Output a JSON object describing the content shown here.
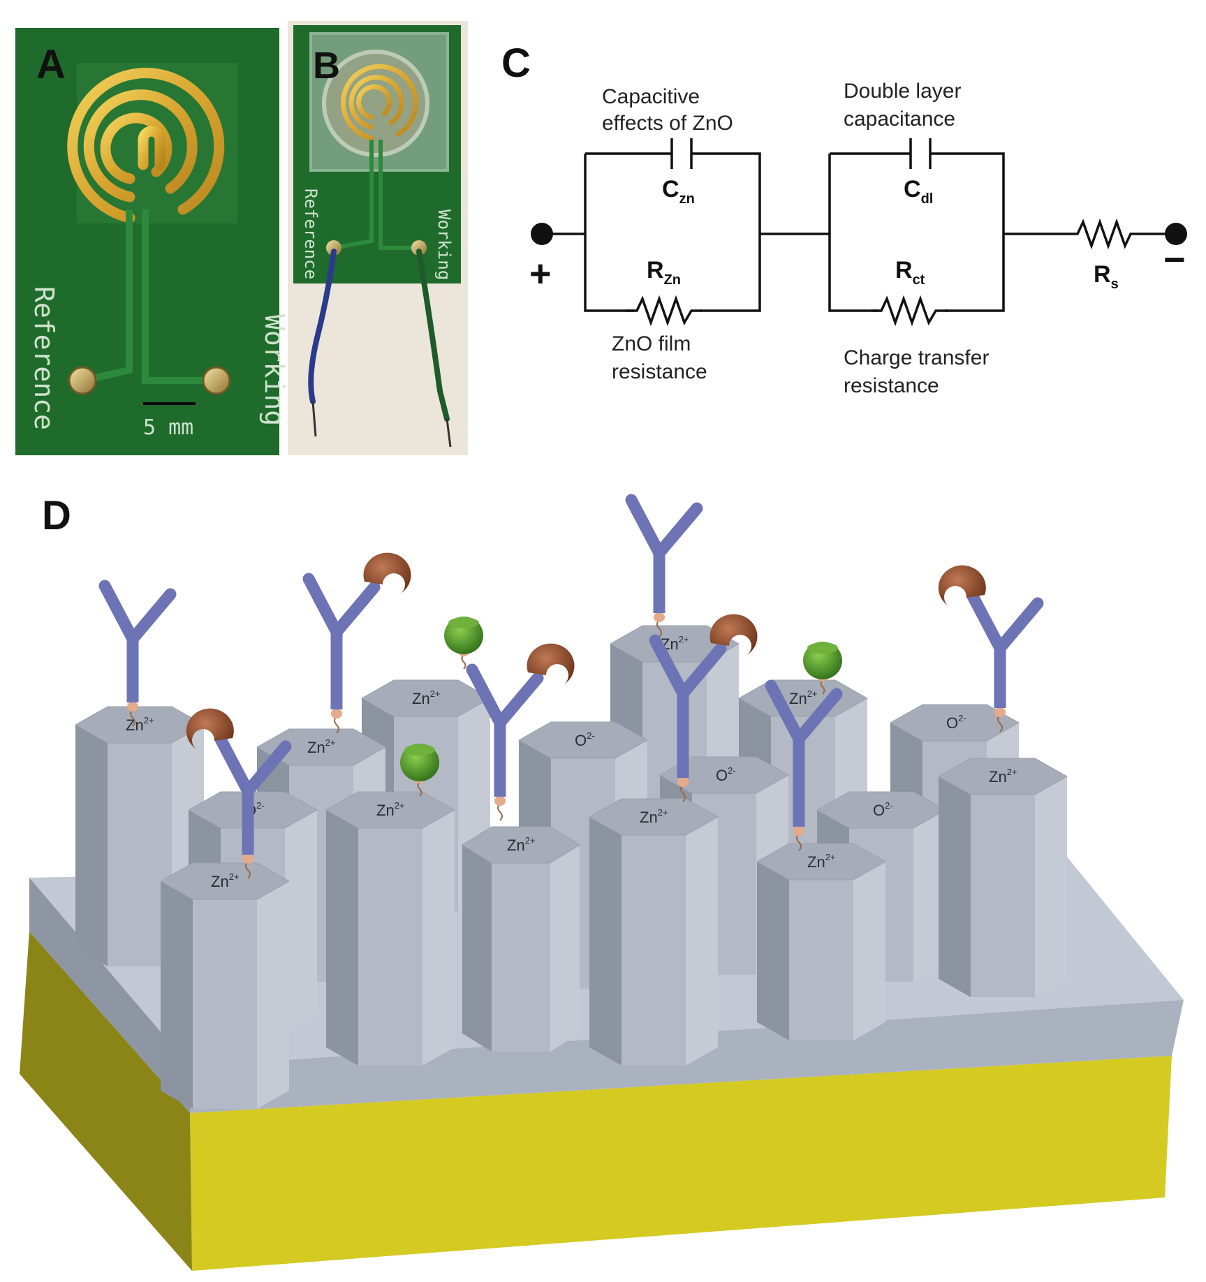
{
  "panels": {
    "a": {
      "letter": "A",
      "label_reference": "Reference",
      "label_working": "Working",
      "scale_bar": "5 mm"
    },
    "b": {
      "letter": "B",
      "label_reference": "Reference",
      "label_working": "Working"
    },
    "c": {
      "letter": "C",
      "plus": "+",
      "minus": "−",
      "c_zn": {
        "main": "C",
        "sub": "zn"
      },
      "r_zn": {
        "main": "R",
        "sub": "Zn"
      },
      "c_dl": {
        "main": "C",
        "sub": "dl"
      },
      "r_ct": {
        "main": "R",
        "sub": "ct"
      },
      "r_s": {
        "main": "R",
        "sub": "s"
      },
      "capacitive_line1": "Capacitive",
      "capacitive_line2": "effects of ZnO",
      "double_layer_line1": "Double layer",
      "double_layer_line2": "capacitance",
      "film_line1": "ZnO film",
      "film_line2": "resistance",
      "charge_line1": "Charge transfer",
      "charge_line2": "resistance"
    },
    "d": {
      "letter": "D",
      "ion_zn": {
        "main": "Zn",
        "sup": "2+"
      },
      "ion_o": {
        "main": "O",
        "sup": "2-"
      }
    }
  },
  "colors": {
    "pcb_green": "#1f6b2c",
    "gold": "#d9a531",
    "rod_gray": "#b6bcc7",
    "antibody_blue": "#6d74b5",
    "antigen_brown": "#8a4a2b",
    "protein_green": "#4f9a2a",
    "gold_layer": "#d4ca22"
  }
}
